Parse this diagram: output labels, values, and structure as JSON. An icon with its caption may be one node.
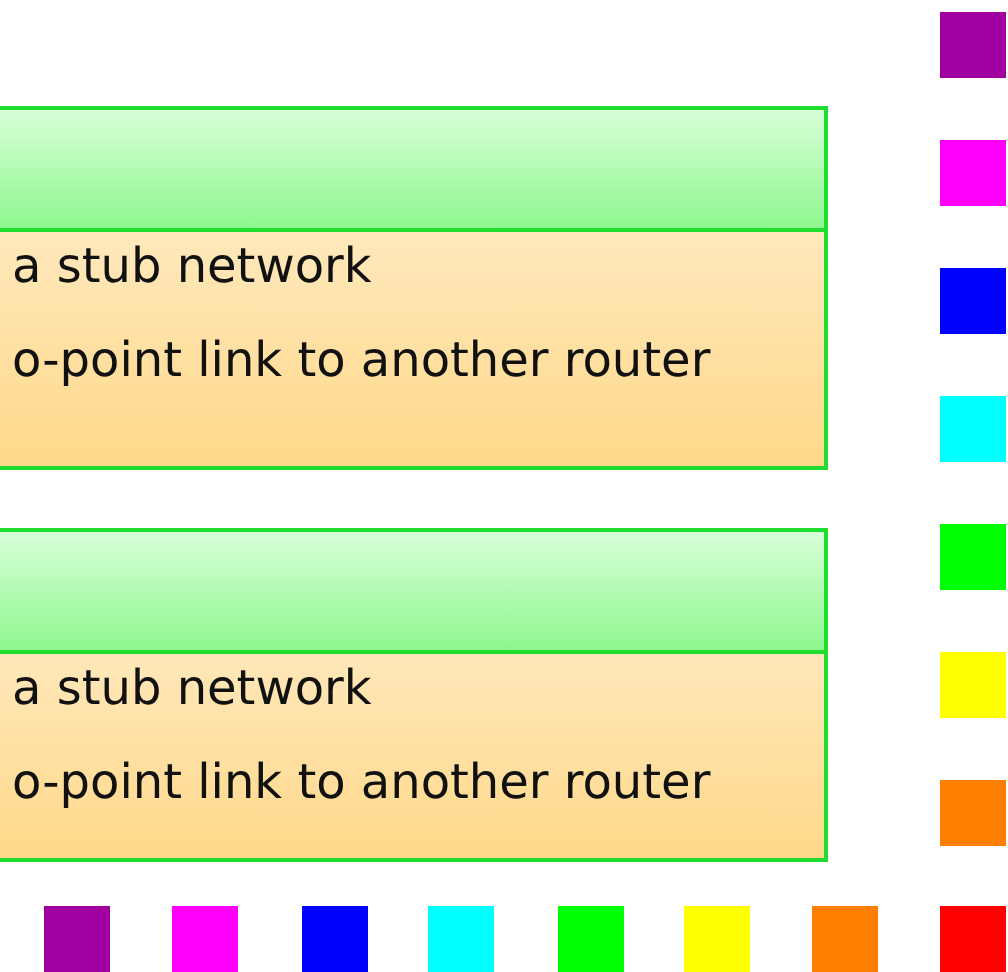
{
  "diagram": {
    "nodes": [
      {
        "text": [
          "a stub network",
          "o-point link to another router"
        ]
      },
      {
        "text": [
          "a stub network",
          "o-point link to another router"
        ]
      },
      {
        "text": [],
        "shape": "box"
      },
      {
        "text": [],
        "shape": "box"
      },
      {
        "text": [],
        "shape": "box"
      },
      {
        "text": [],
        "shape": "box"
      },
      {
        "text": [],
        "shape": "box"
      },
      {
        "text": [],
        "shape": "box"
      },
      {
        "text": [],
        "shape": "box"
      },
      {
        "text": [],
        "shape": "box"
      },
      {
        "text": [],
        "shape": "box"
      },
      {
        "text": [],
        "shape": "box"
      },
      {
        "text": [],
        "shape": "box"
      },
      {
        "text": [],
        "shape": "box"
      },
      {
        "text": [],
        "shape": "box"
      },
      {
        "text": [],
        "shape": "box"
      },
      {
        "text": [],
        "shape": "box"
      }
    ]
  }
}
